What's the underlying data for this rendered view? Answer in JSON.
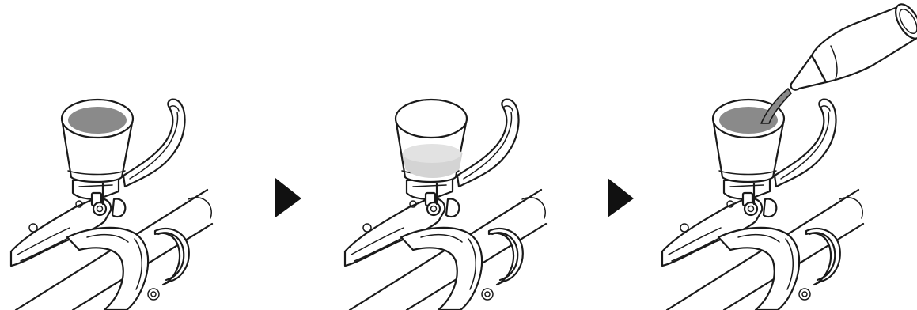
{
  "diagram": {
    "steps": [
      {
        "step": 1,
        "cup_fluid": "dark",
        "cup_fluid_color": "#8a8a8a",
        "cup_fluid_level": "full",
        "bottle": false
      },
      {
        "step": 2,
        "cup_fluid": "light",
        "cup_fluid_color": "#d4d4d4",
        "cup_fluid_level": "low",
        "bottle": false
      },
      {
        "step": 3,
        "cup_fluid": "dark",
        "cup_fluid_color": "#8a8a8a",
        "cup_fluid_level": "full",
        "bottle": true
      }
    ],
    "arrows": 2,
    "arrow_color": "#111111",
    "line_color": "#1a1a1a",
    "background": "#ffffff"
  }
}
